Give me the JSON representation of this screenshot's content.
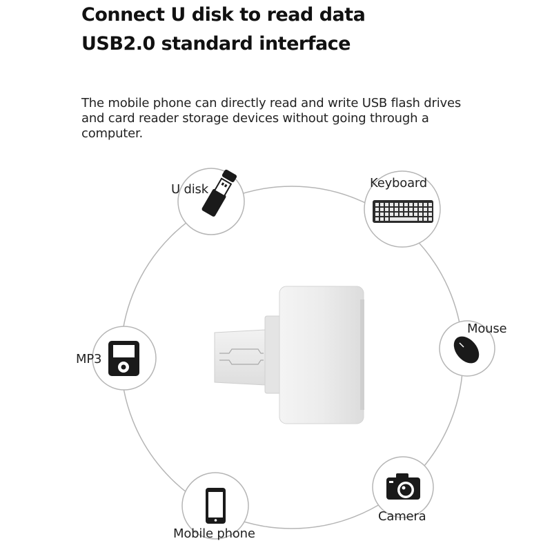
{
  "headline": {
    "line1": "Connect U disk to read data",
    "line2": "USB2.0 standard interface"
  },
  "description": {
    "line1": "The mobile phone can directly read and write USB flash drives",
    "line2": "and card reader storage devices without going through a",
    "line3": "computer."
  },
  "devices": {
    "udisk": "U disk",
    "keyboard": "Keyboard",
    "mouse": "Mouse",
    "mp3": "MP3",
    "mobile_phone": "Mobile phone",
    "camera": "Camera"
  },
  "icons": {
    "center": "otg-adapter-icon",
    "udisk": "usb-flash-drive-icon",
    "keyboard": "keyboard-icon",
    "mouse": "mouse-icon",
    "mp3": "mp3-player-icon",
    "mobile_phone": "mobile-phone-icon",
    "camera": "camera-icon"
  },
  "colors": {
    "icon": "#1a1a1a",
    "circle_line": "#b5b5b5",
    "adapter_body": "#e9e9e9"
  }
}
